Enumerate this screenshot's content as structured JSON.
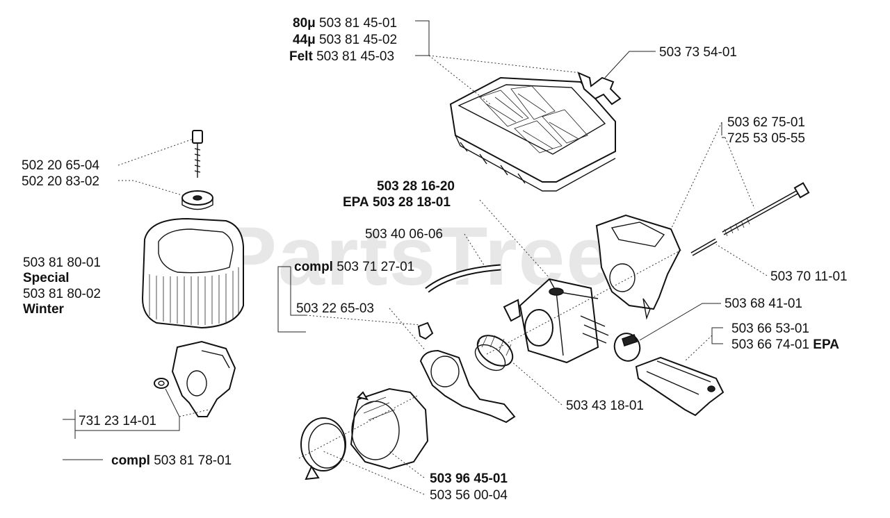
{
  "watermark": "PartsTree",
  "labels": {
    "filter_80u_grade": "80μ",
    "filter_80u_number": "503 81 45-01",
    "filter_44u_grade": "44μ",
    "filter_44u_number": "503 81 45-02",
    "filter_felt_grade": "Felt",
    "filter_felt_number": "503 81 45-03",
    "cover_clip": "503 73 54-01",
    "bolt_a": "503 62 75-01",
    "bolt_b": "725 53 05-55",
    "screw": "502 20 65-04",
    "nut": "502 20 83-02",
    "carb_main": "503 28 16-20",
    "carb_epa_prefix": "EPA",
    "carb_epa_number": "503 28 18-01",
    "hose": "503 40 06-06",
    "compl_prefix": "compl",
    "compl_number": "503 71 27-01",
    "flange": "503 22 65-03",
    "pin": "503 70 11-01",
    "filter_special_number": "503 81 80-01",
    "filter_special_name": "Special",
    "filter_winter_number": "503 81 80-02",
    "filter_winter_name": "Winter",
    "choke_knob": "503 68 41-01",
    "rod_a": "503 66 53-01",
    "rod_b_number": "503 66 74-01",
    "rod_b_suffix": "EPA",
    "collar": "503 43 18-01",
    "washer": "731 23 14-01",
    "base_compl_prefix": "compl",
    "base_compl_number": "503 81 78-01",
    "intake_main": "503 96 45-01",
    "intake_clamp": "503 56 00-04"
  }
}
